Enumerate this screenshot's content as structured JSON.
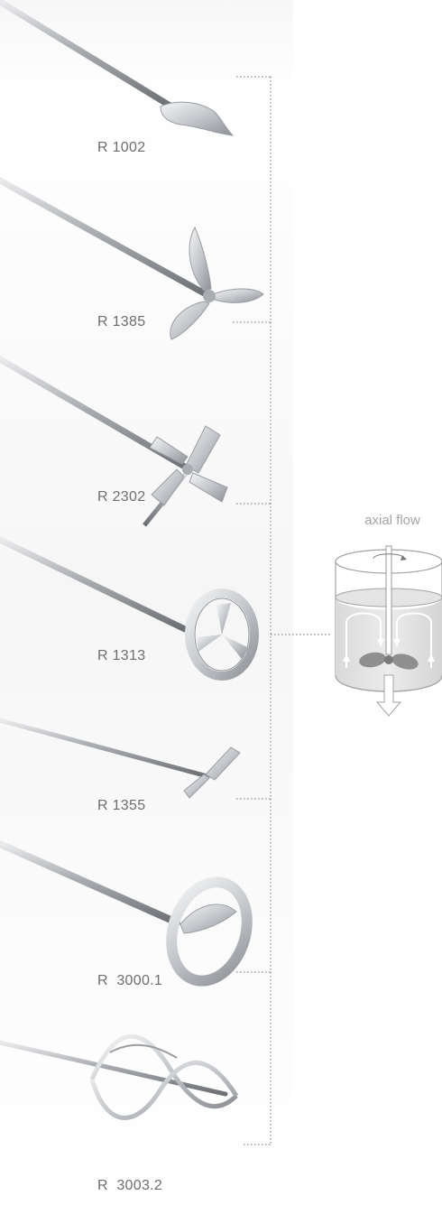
{
  "models": [
    {
      "label": "R 1002"
    },
    {
      "label": "R 1385"
    },
    {
      "label": "R 2302"
    },
    {
      "label": "R 1313"
    },
    {
      "label": "R 1355"
    },
    {
      "label": "R  3000.1"
    },
    {
      "label": "R  3003.2"
    }
  ],
  "diagram": {
    "title": "axial flow"
  },
  "colors": {
    "steel": "#b9bcc0",
    "connector": "#8a8a8a",
    "label": "#6e6e6e"
  }
}
